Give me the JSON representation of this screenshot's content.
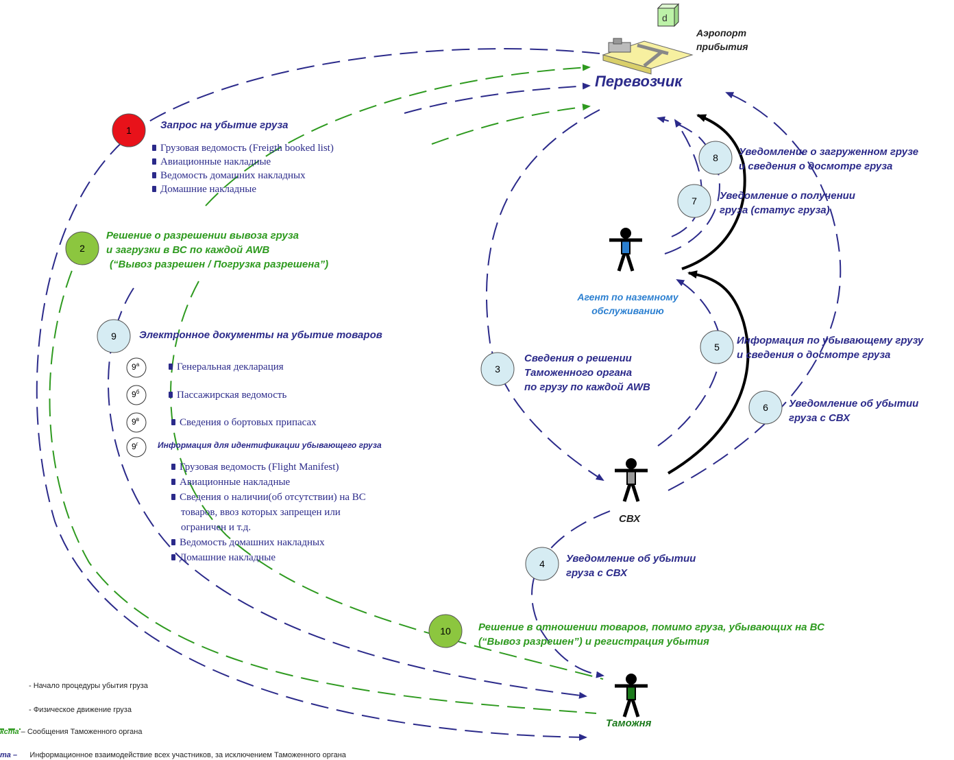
{
  "airport": {
    "label_line1": "Аэропорт",
    "label_line2": "прибытия"
  },
  "carrier": {
    "label": "Перевозчик"
  },
  "agent": {
    "label_line1": "Агент по наземному",
    "label_line2": "обслуживанию"
  },
  "svh": {
    "label": "СВХ"
  },
  "customs": {
    "label": "Таможня"
  },
  "steps": {
    "s1": {
      "num": "1",
      "title": "Запрос на убытие груза",
      "items": [
        "Грузовая ведомость (Freigth booked list)",
        "Авиационные накладные",
        "Ведомость домашних накладных",
        "Домашние накладные"
      ]
    },
    "s2": {
      "num": "2",
      "line1": "Решение о разрешении вывоза груза",
      "line2": "и загрузки в ВС по каждой AWB",
      "line3": "(“Вывоз разрешен / Погрузка разрешена”)"
    },
    "s3": {
      "num": "3",
      "line1": "Сведения о решении",
      "line2": "Таможенного органа",
      "line3": "по грузу по каждой AWB"
    },
    "s4": {
      "num": "4",
      "line1": "Уведомление об убытии",
      "line2": "груза с СВХ"
    },
    "s5": {
      "num": "5",
      "line1": "Информация по убывающему грузу",
      "line2": "и сведения о досмотре груза"
    },
    "s6": {
      "num": "6",
      "line1": "Уведомление об убытии",
      "line2": "груза с СВХ"
    },
    "s7": {
      "num": "7",
      "line1": "Уведомление о получении",
      "line2": "груза (статус груза)"
    },
    "s8": {
      "num": "8",
      "line1": "Уведомление о загруженном грузе",
      "line2": "и сведения о досмотре груза"
    },
    "s9": {
      "num": "9",
      "title": "Электронное документы на убытие товаров",
      "subs": [
        {
          "num": "9",
          "sup": "а",
          "label": "Генеральная декларация"
        },
        {
          "num": "9",
          "sup": "б",
          "label": "Пассажирская ведомость"
        },
        {
          "num": "9",
          "sup": "в",
          "label": "Сведения о бортовых припасах"
        },
        {
          "num": "9",
          "sup": "г",
          "label": "Информация для идентификации убывающего груза"
        }
      ],
      "items": [
        "Грузовая ведомость (Flight Manifest)",
        "Авиационные накладные",
        "Сведения о наличии(об отсутствии) на ВС",
        "товаров, ввоз которых запрещен или",
        "ограничен и т.д.",
        "Ведомость домашних накладных",
        "Домашние накладные"
      ]
    },
    "s10": {
      "num": "10",
      "line1": "Решение в отношении товаров, помимо груза, убывающих на ВС",
      "line2": "(“Вывоз разрешен”) и регистрация убытия"
    }
  },
  "legend": {
    "l1": "- Начало процедуры убытия груза",
    "l2": "- Физическое движение груза",
    "l3_prefix": "кста",
    "l3": "– Сообщения Таможенного органа",
    "l4_prefix": "та –",
    "l4": "Информационное взаимодействие всех  участников, за исключением Таможенного органа"
  },
  "colors": {
    "blue": "#2b2a8a",
    "green": "#2e9a1f",
    "red": "#e8121a",
    "lightgreen": "#8cc63f",
    "circle": "#d6ecf3"
  }
}
